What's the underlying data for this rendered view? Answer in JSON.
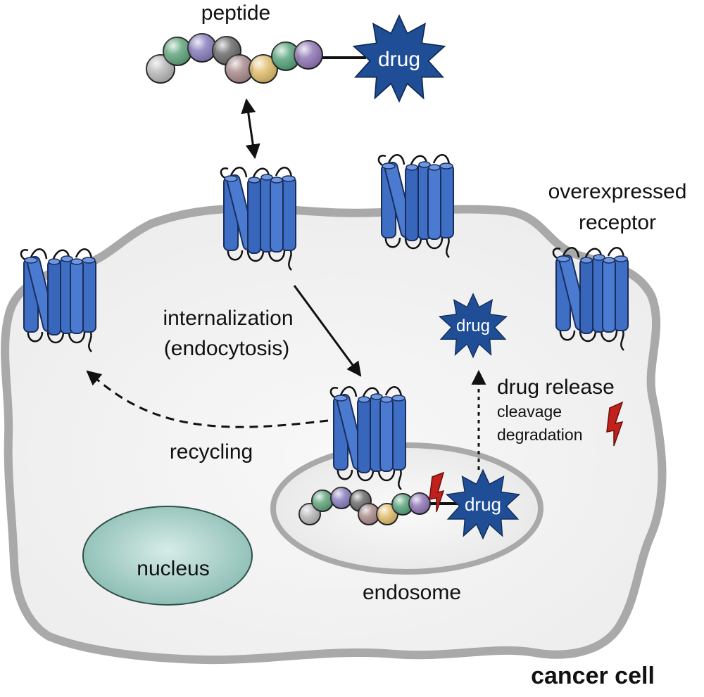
{
  "labels": {
    "peptide": "peptide",
    "overexpressed": "overexpressed",
    "receptor": "receptor",
    "internalization": "internalization",
    "endocytosis": "(endocytosis)",
    "recycling": "recycling",
    "drug_release": "drug release",
    "cleavage": "cleavage",
    "degradation": "degradation",
    "nucleus": "nucleus",
    "endosome": "endosome",
    "cancer_cell": "cancer cell"
  },
  "drug_label": "drug",
  "colors": {
    "cell_fill": "#efefef",
    "cell_border": "#a9a9a9",
    "receptor_blue": "#3f6fc4",
    "receptor_outline": "#1a2d5c",
    "drug_star": "#1f4e96",
    "nucleus": "#8bbfb5",
    "endosome": "#e4e4e4",
    "cleavage_bolt": "#c0211d"
  },
  "peptide_beads": [
    "#b9b9b9",
    "#63a67f",
    "#8a7fbe",
    "#6d6d6d",
    "#ab8c8c",
    "#e2bf70",
    "#58a47c",
    "#9278b8"
  ],
  "icons": {
    "receptor": "seven-helix-receptor-icon",
    "drug": "drug-star-icon",
    "cleavage": "lightning-bolt-icon"
  }
}
